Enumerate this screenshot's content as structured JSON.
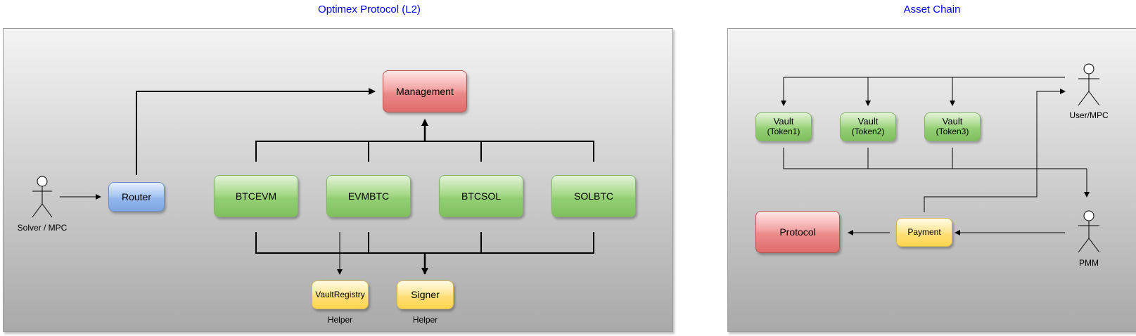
{
  "titles": {
    "left": "Optimex Protocol (L2)",
    "right": "Asset Chain"
  },
  "left_panel": {
    "management": "Management",
    "router": "Router",
    "btcevm": "BTCEVM",
    "evmbtc": "EVMBTC",
    "btcsol": "BTCSOL",
    "solbtc": "SOLBTC",
    "vault_registry": "VaultRegistry",
    "signer": "Signer",
    "vault_registry_caption": "Helper",
    "signer_caption": "Helper",
    "actor_label": "Solver / MPC"
  },
  "right_panel": {
    "vault1": {
      "title": "Vault",
      "token": "(Token1)"
    },
    "vault2": {
      "title": "Vault",
      "token": "(Token2)"
    },
    "vault3": {
      "title": "Vault",
      "token": "(Token3)"
    },
    "protocol": "Protocol",
    "payment": "Payment",
    "user_label": "User/MPC",
    "pmm_label": "PMM"
  }
}
